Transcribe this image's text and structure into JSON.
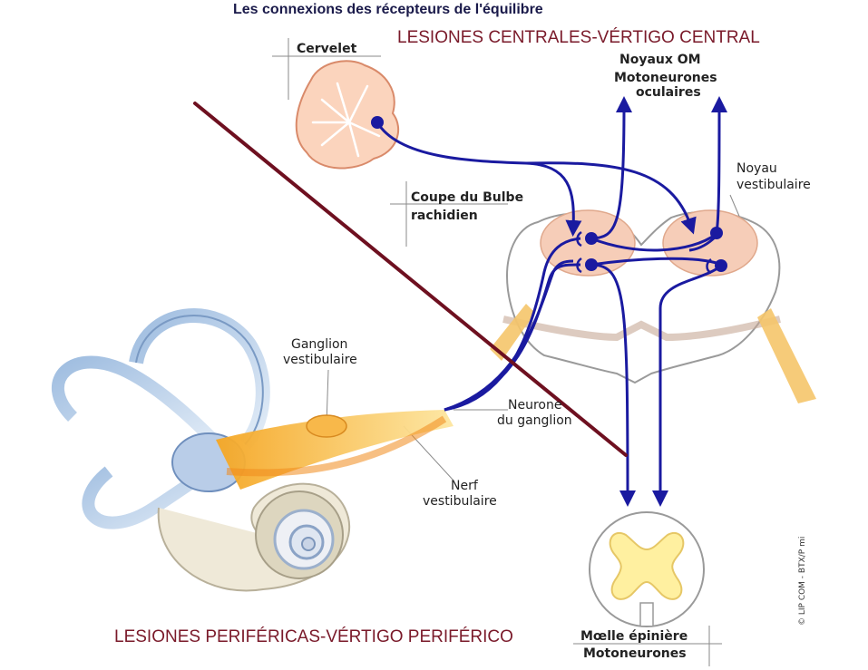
{
  "title": "Les connexions des récepteurs de l'équilibre",
  "annotations": {
    "central": "LESIONES CENTRALES-VÉRTIGO CENTRAL",
    "peripheral": "LESIONES PERIFÉRICAS-VÉRTIGO PERIFÉRICO"
  },
  "labels": {
    "cervelet": "Cervelet",
    "noyaux_om": "Noyaux OM",
    "motoneurones_oculaires_1": "Motoneurones",
    "motoneurones_oculaires_2": "oculaires",
    "noyau_vestibulaire_1": "Noyau",
    "noyau_vestibulaire_2": "vestibulaire",
    "coupe_bulbe_1": "Coupe du Bulbe",
    "coupe_bulbe_2": "rachidien",
    "ganglion_vestibulaire_1": "Ganglion",
    "ganglion_vestibulaire_2": "vestibulaire",
    "neurone_ganglion_1": "Neurone",
    "neurone_ganglion_2": "du ganglion",
    "nerf_vestibulaire_1": "Nerf",
    "nerf_vestibulaire_2": "vestibulaire",
    "moelle_1": "Mœlle épinière",
    "moelle_2": "Motoneurones"
  },
  "credit": "© LIP COM - BTX/P mi",
  "colors": {
    "pathway": "#1a1aa0",
    "lesion_line": "#6e1020",
    "annotation_text": "#7a1a2a",
    "nucleus_fill": "#f6cdb8",
    "cerebellum_fill": "#fbd4bd",
    "spinal_gray": "#fff0a0"
  }
}
